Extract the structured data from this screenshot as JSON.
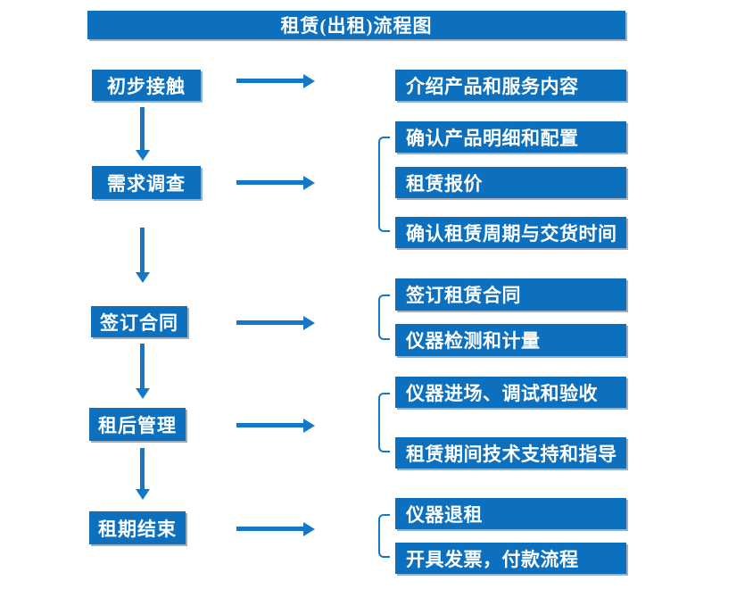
{
  "title": "租赁(出租)流程图",
  "colors": {
    "accent": "#0c70bf",
    "arrow": "#1577c8",
    "text_on_accent": "#ffffff"
  },
  "steps": [
    {
      "label": "初步接触",
      "details": [
        "介绍产品和服务内容"
      ]
    },
    {
      "label": "需求调查",
      "details": [
        "确认产品明细和配置",
        "租赁报价",
        "确认租赁周期与交货时间"
      ]
    },
    {
      "label": "签订合同",
      "details": [
        "签订租赁合同",
        "仪器检测和计量"
      ]
    },
    {
      "label": "租后管理",
      "details": [
        "仪器进场、调试和验收",
        "租赁期间技术支持和指导"
      ]
    },
    {
      "label": "租期结束",
      "details": [
        "仪器退租",
        "开具发票，付款流程"
      ]
    }
  ]
}
